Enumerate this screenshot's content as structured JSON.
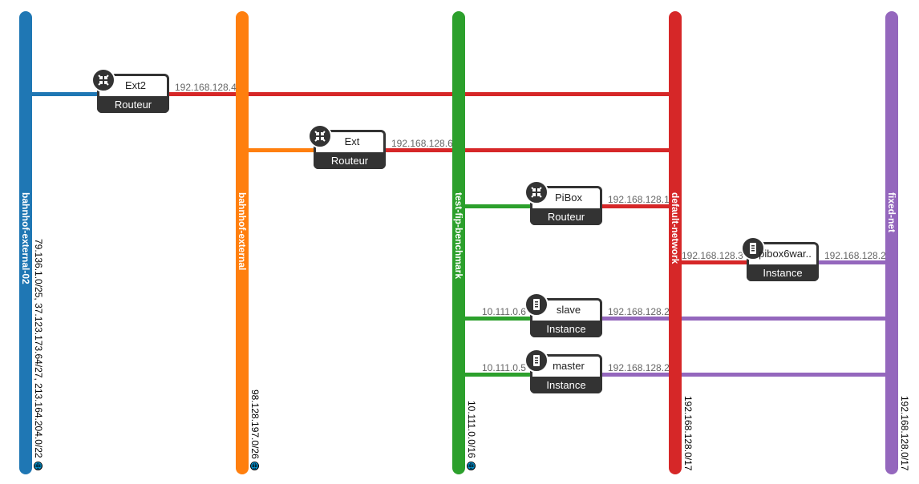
{
  "networks": [
    {
      "name": "bahnhof-external-02",
      "cidr": "79.136.1.0/25, 37.123.173.64/27, 213.164.204.0/22",
      "color": "#1f77b4"
    },
    {
      "name": "bahnhof-external",
      "cidr": "98.128.197.0/26",
      "color": "#ff7f0e"
    },
    {
      "name": "test-fip-benchmark",
      "cidr": "10.111.0.0/16",
      "color": "#2ca02c"
    },
    {
      "name": "default-network",
      "cidr": "192.168.128.0/17",
      "color": "#d62728"
    },
    {
      "name": "fixed-net",
      "cidr": "192.168.128.0/17",
      "color": "#9467bd"
    }
  ],
  "devices": [
    {
      "name": "Ext2",
      "type": "Routeur",
      "icon": "router-icon"
    },
    {
      "name": "Ext",
      "type": "Routeur",
      "icon": "router-icon"
    },
    {
      "name": "PiBox",
      "type": "Routeur",
      "icon": "router-icon"
    },
    {
      "name": "pibox6war..",
      "type": "Instance",
      "icon": "server-icon"
    },
    {
      "name": "slave",
      "type": "Instance",
      "icon": "server-icon"
    },
    {
      "name": "master",
      "type": "Instance",
      "icon": "server-icon"
    }
  ],
  "ips": {
    "ext2": "192.168.128.4",
    "ext": "192.168.128.6",
    "pibox": "192.168.128.1",
    "pibox6war_default": "192.168.128.3",
    "pibox6war_fixed": "192.168.128.2",
    "slave_test": "10.111.0.6",
    "slave_default": "192.168.128.2",
    "master_test": "10.111.0.5",
    "master_default": "192.168.128.2"
  }
}
